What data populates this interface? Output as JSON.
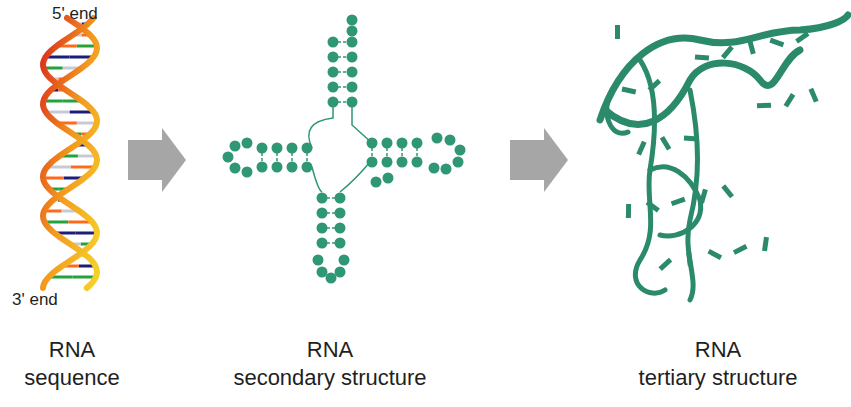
{
  "diagram": {
    "labels": [
      "5' end",
      "3' end",
      "RNA sequence",
      "RNA secondary structure",
      "RNA tertiary structure"
    ]
  }
}
